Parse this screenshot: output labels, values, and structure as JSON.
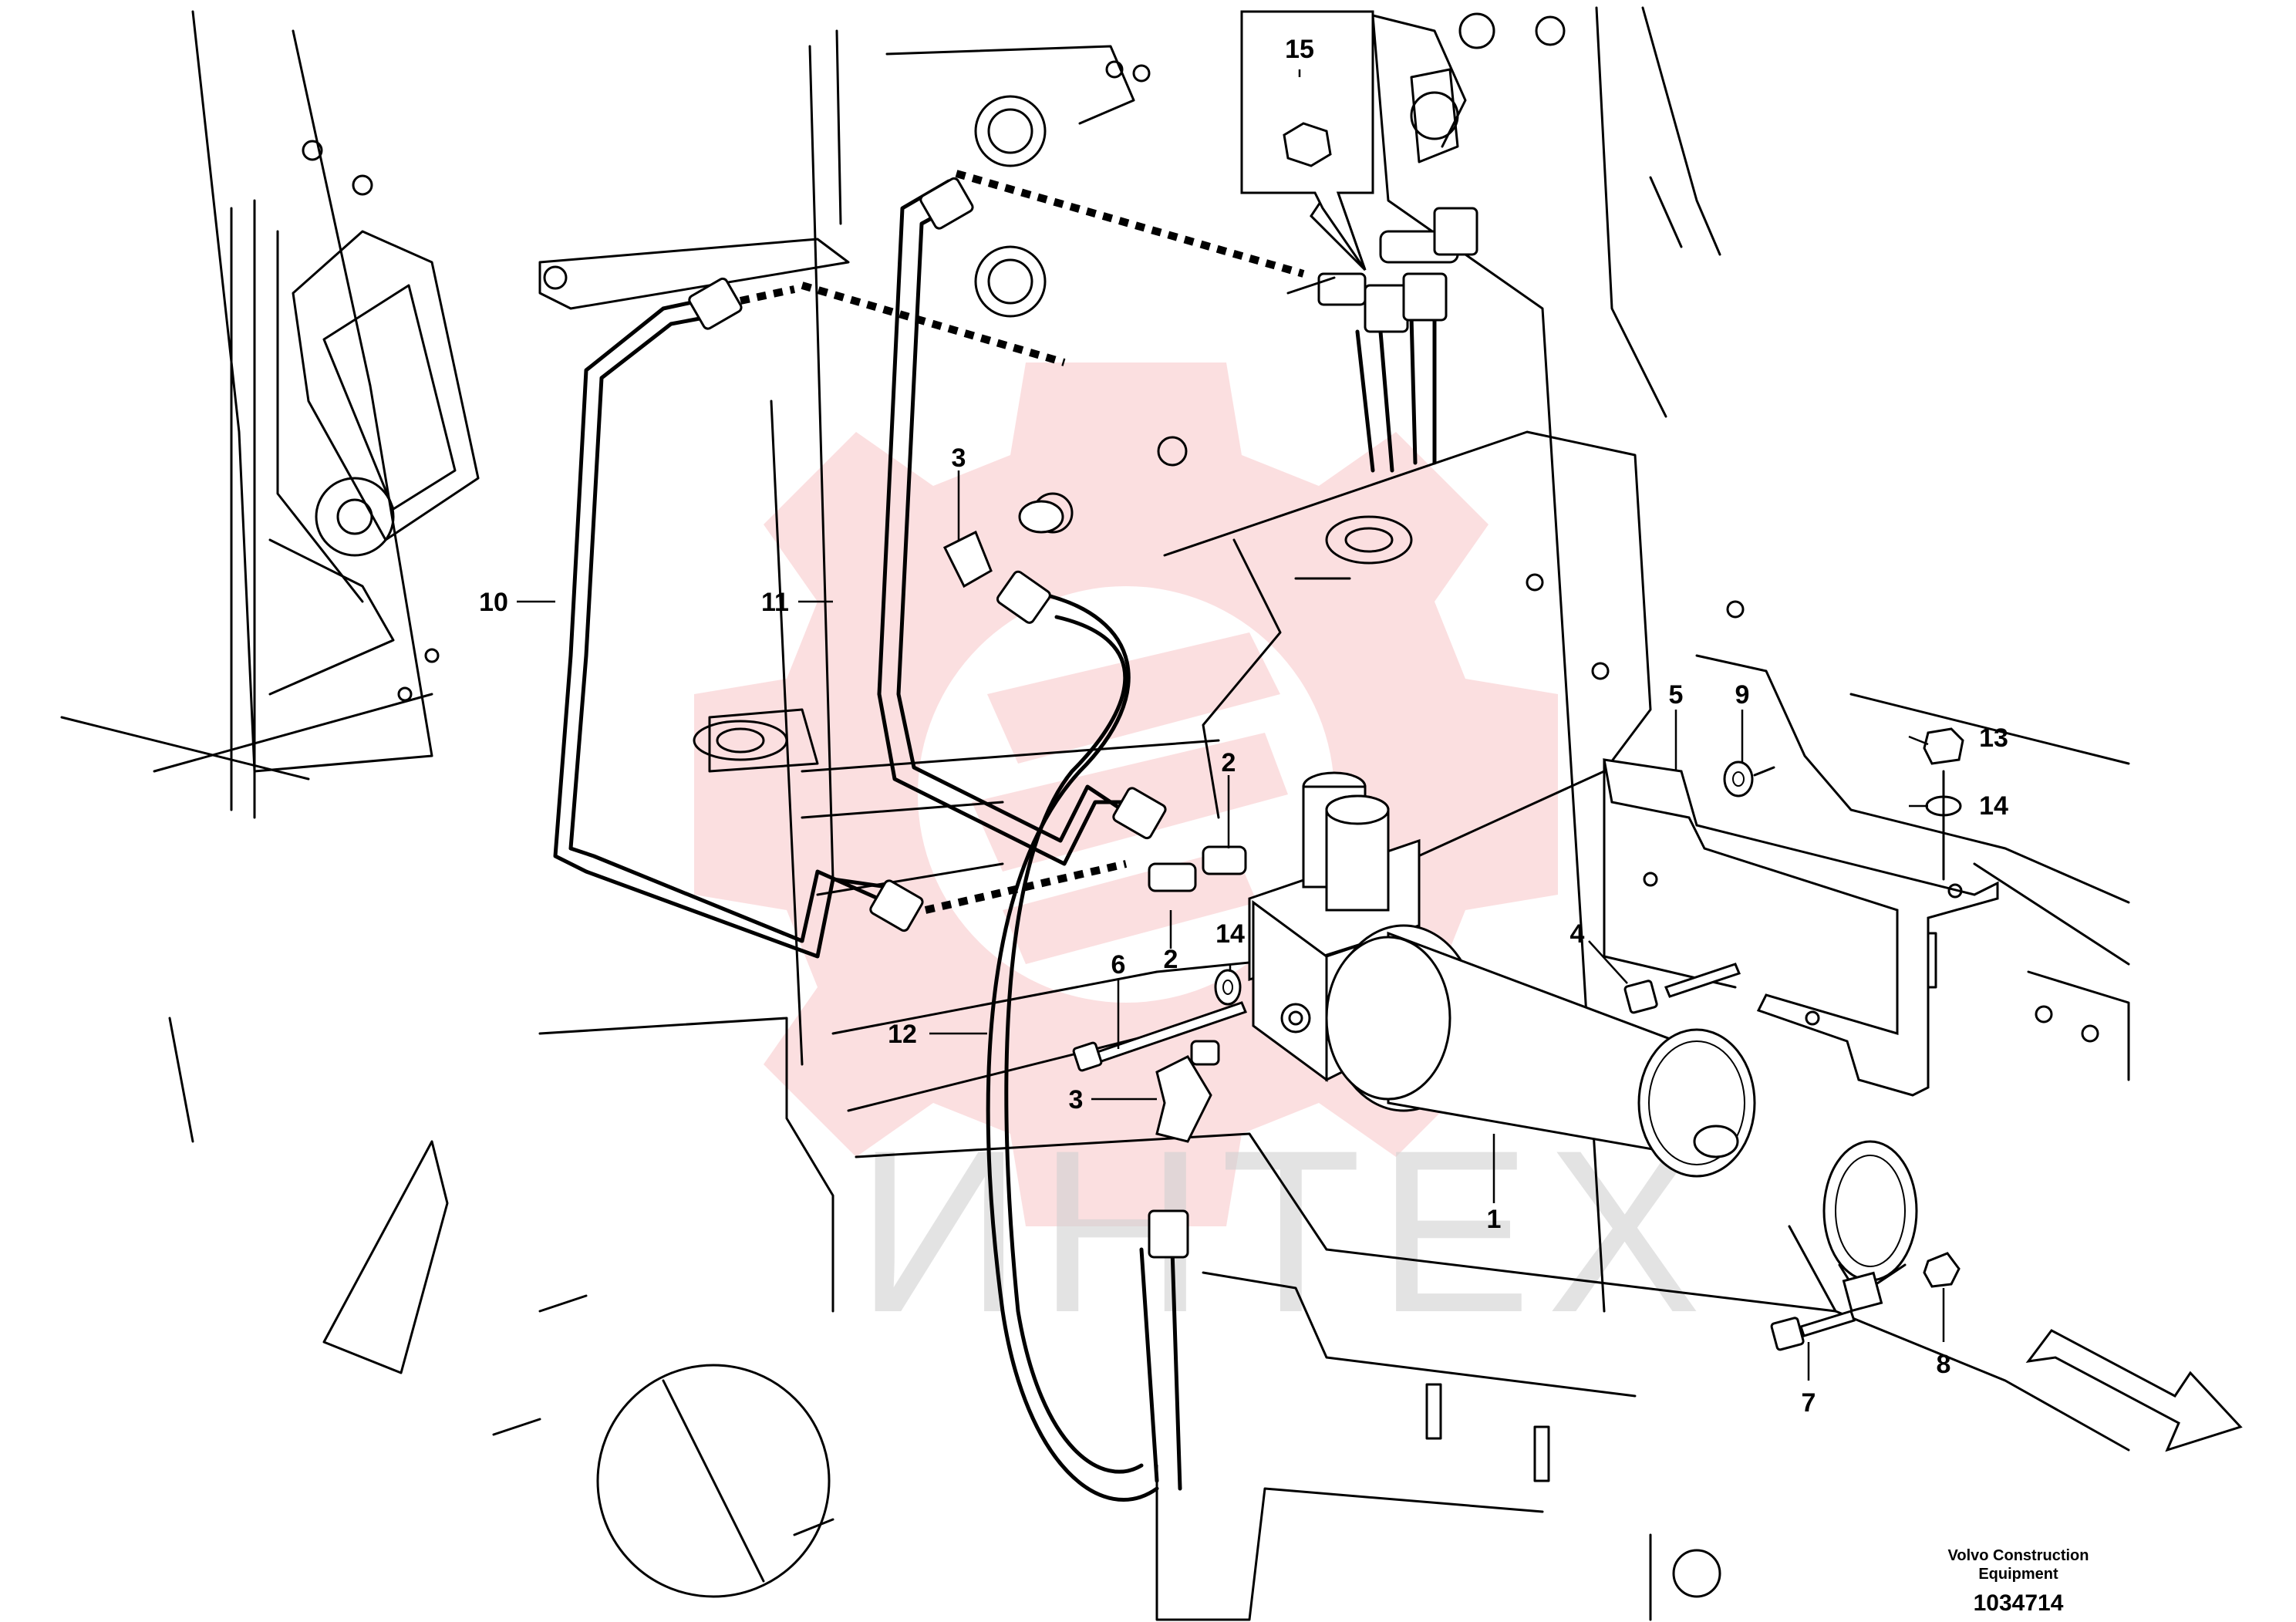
{
  "callouts": [
    "15",
    "3",
    "10",
    "11",
    "2",
    "5",
    "9",
    "13",
    "14",
    "2",
    "14",
    "6",
    "4",
    "12",
    "3",
    "1",
    "7",
    "8"
  ],
  "watermark": {
    "text": "ИНТЕХ",
    "color": "#e8303a"
  },
  "footer": {
    "company_line1": "Volvo Construction",
    "company_line2": "Equipment",
    "drawing_number": "1034714"
  }
}
